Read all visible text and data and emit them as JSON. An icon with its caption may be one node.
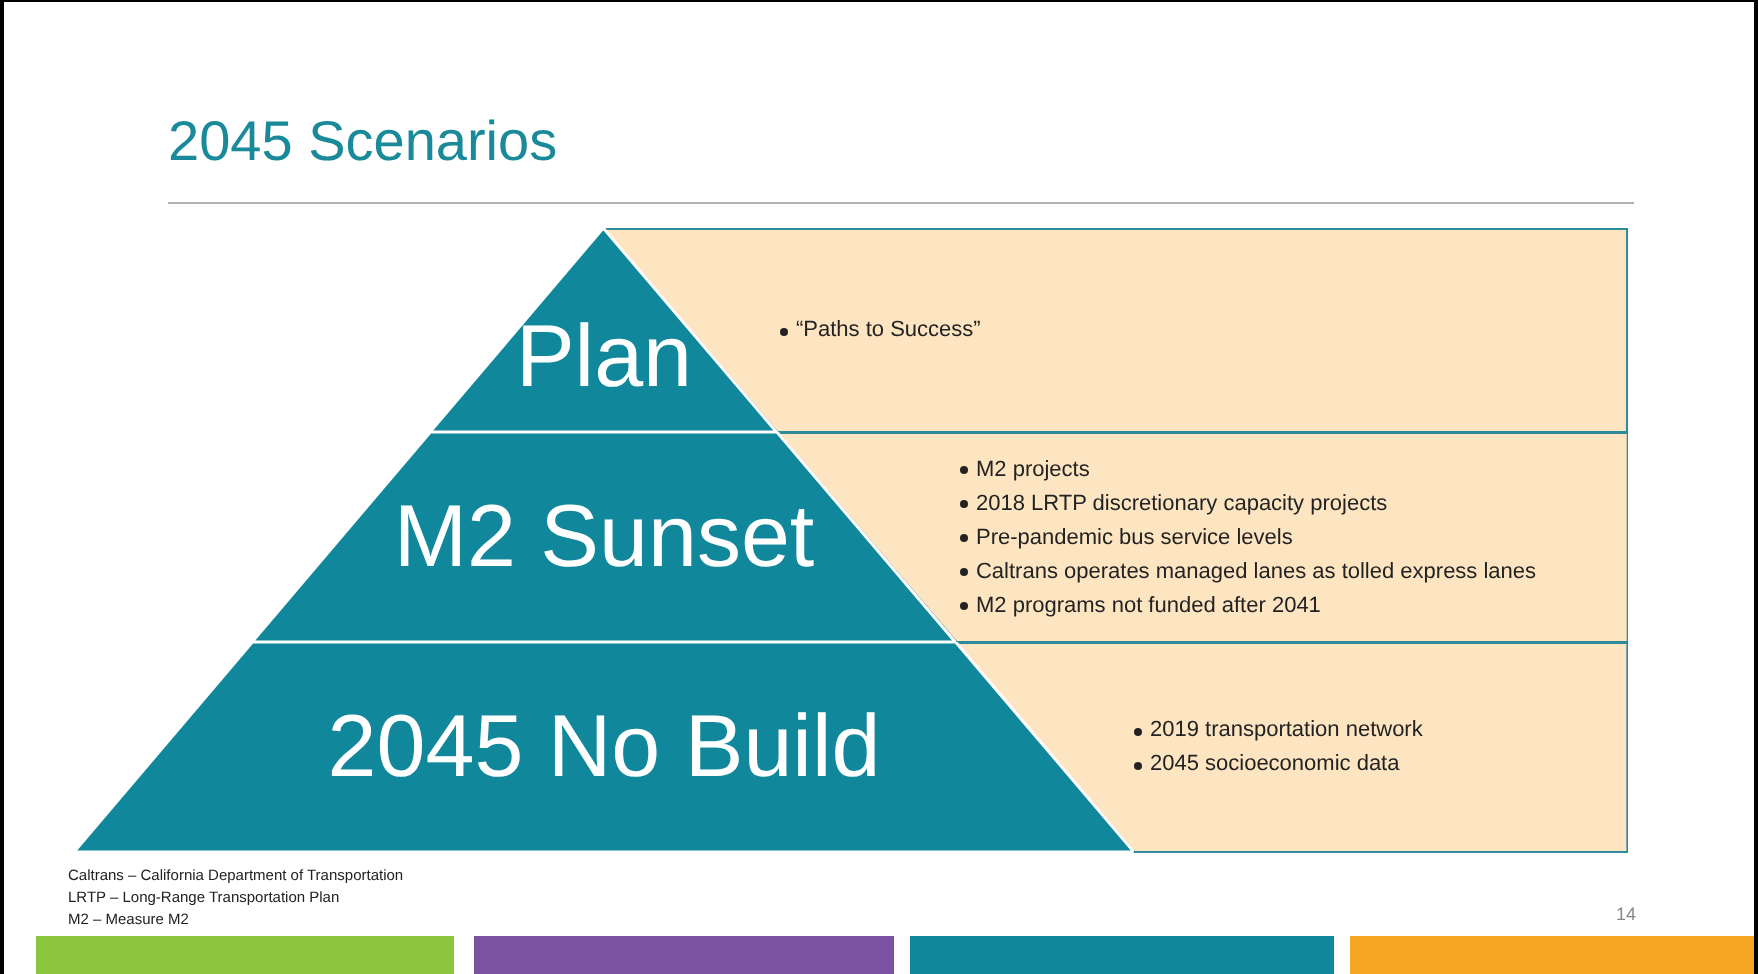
{
  "diagram": {
    "title": "2045 Scenarios",
    "nodes": [
      {
        "text": [
          "Plan"
        ]
      },
      {
        "text": [
          "M2 Sunset"
        ]
      },
      {
        "text": [
          "2045 No Build"
        ]
      },
      {
        "text": [
          "“Paths to Success”"
        ]
      },
      {
        "text": [
          "M2 projects",
          "2018 LRTP discretionary capacity projects",
          "Pre-pandemic bus service levels",
          "Caltrans operates managed lanes as tolled express lanes",
          "M2 programs not funded after 2041"
        ]
      },
      {
        "text": [
          "2019 transportation network",
          "2045 socioeconomic data"
        ]
      }
    ],
    "edges": [],
    "labels": [
      "Caltrans – California Department of Transportation",
      "LRTP – Long-Range Transportation Plan",
      "M2 – Measure M2",
      "14"
    ]
  }
}
